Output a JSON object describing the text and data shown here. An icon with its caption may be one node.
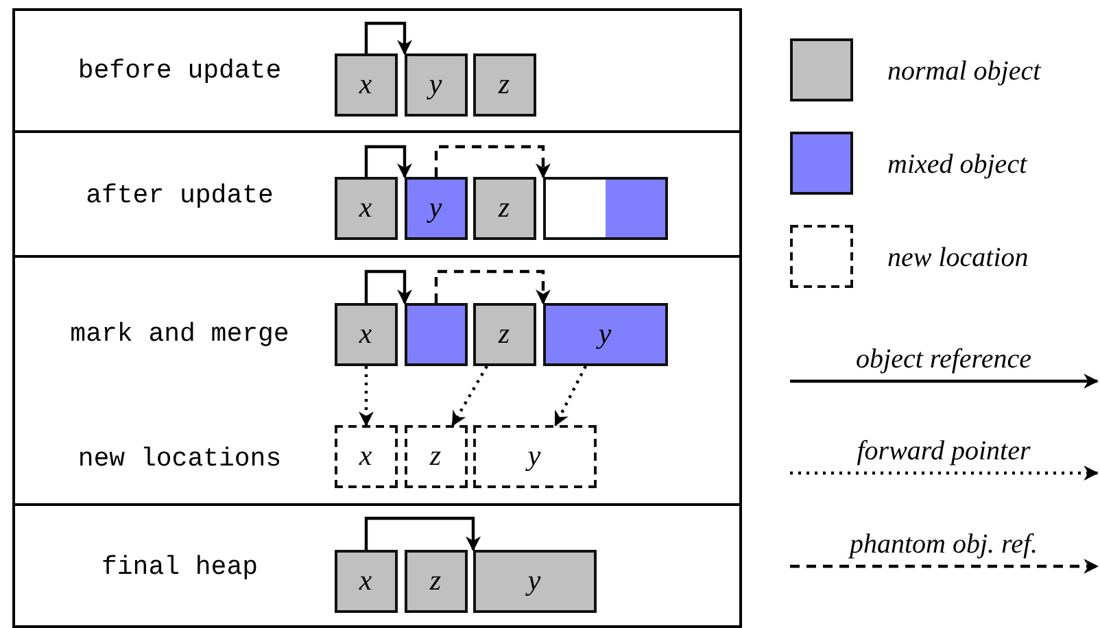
{
  "diagram": {
    "nodes": [
      {
        "text": [
          "before update"
        ]
      },
      {
        "text": [
          "x"
        ],
        "in": 0
      },
      {
        "text": [
          "y"
        ],
        "in": 0
      },
      {
        "text": [
          "z"
        ],
        "in": 0
      },
      {
        "text": [
          "after update"
        ]
      },
      {
        "text": [
          "x"
        ],
        "in": 4
      },
      {
        "text": [
          "y"
        ],
        "in": 4
      },
      {
        "text": [
          "z"
        ],
        "in": 4
      },
      {
        "text": [],
        "shape": "box",
        "in": 4
      },
      {
        "text": [
          "mark and merge",
          "new locations"
        ]
      },
      {
        "text": [
          "x"
        ],
        "in": 9
      },
      {
        "text": [],
        "shape": "box",
        "in": 9
      },
      {
        "text": [
          "z"
        ],
        "in": 9
      },
      {
        "text": [
          "y"
        ],
        "in": 9
      },
      {
        "text": [
          "x"
        ],
        "in": 9
      },
      {
        "text": [
          "z"
        ],
        "in": 9
      },
      {
        "text": [
          "y"
        ],
        "in": 9
      },
      {
        "text": [
          "final heap"
        ]
      },
      {
        "text": [
          "x"
        ],
        "in": 17
      },
      {
        "text": [
          "z"
        ],
        "in": 17
      },
      {
        "text": [
          "y"
        ],
        "in": 17
      }
    ],
    "edges": [
      {
        "from": 1,
        "to": 2,
        "arrow": "to"
      },
      {
        "from": 5,
        "to": 6,
        "arrow": "to"
      },
      {
        "from": 6,
        "to": 8,
        "arrow": "to",
        "style": "dashed"
      },
      {
        "from": 10,
        "to": 11,
        "arrow": "to"
      },
      {
        "from": 11,
        "to": 13,
        "arrow": "to",
        "style": "dashed"
      },
      {
        "from": 10,
        "to": 14,
        "arrow": "to",
        "style": "dashed"
      },
      {
        "from": 12,
        "to": 15,
        "arrow": "to",
        "style": "dashed"
      },
      {
        "from": 13,
        "to": 16,
        "arrow": "to",
        "style": "dashed"
      },
      {
        "from": 18,
        "to": 20,
        "arrow": "to"
      }
    ],
    "legend": [
      {
        "text": "normal object",
        "color": "#c0c0c0"
      },
      {
        "text": "mixed object",
        "color": "#8080ff"
      },
      {
        "text": "new location"
      },
      {
        "text": "object reference"
      },
      {
        "text": "forward pointer"
      },
      {
        "text": "phantom obj. ref."
      }
    ]
  }
}
